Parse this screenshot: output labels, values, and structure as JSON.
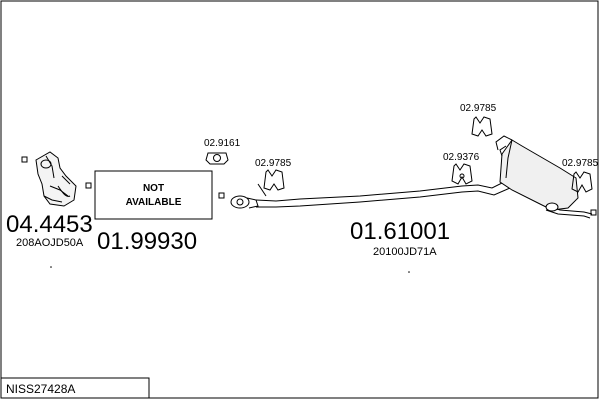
{
  "diagram": {
    "reference": "NISS27428A",
    "not_available": [
      "NOT",
      "AVAILABLE"
    ],
    "parts": [
      {
        "number": "04.4453",
        "oem": "208AOJD50A",
        "name": "catalytic-converter"
      },
      {
        "number": "01.99930",
        "oem": "",
        "name": "front-pipe"
      },
      {
        "number": "01.61001",
        "oem": "20100JD71A",
        "name": "rear-silencer-pipe"
      }
    ],
    "accessories": [
      {
        "number": "02.9161",
        "name": "flange-gasket"
      },
      {
        "number": "02.9785",
        "name": "rubber-hanger-mid"
      },
      {
        "number": "02.9785",
        "name": "rubber-hanger-top"
      },
      {
        "number": "02.9376",
        "name": "rubber-mount"
      },
      {
        "number": "02.9785",
        "name": "rubber-hanger-rear"
      }
    ]
  }
}
